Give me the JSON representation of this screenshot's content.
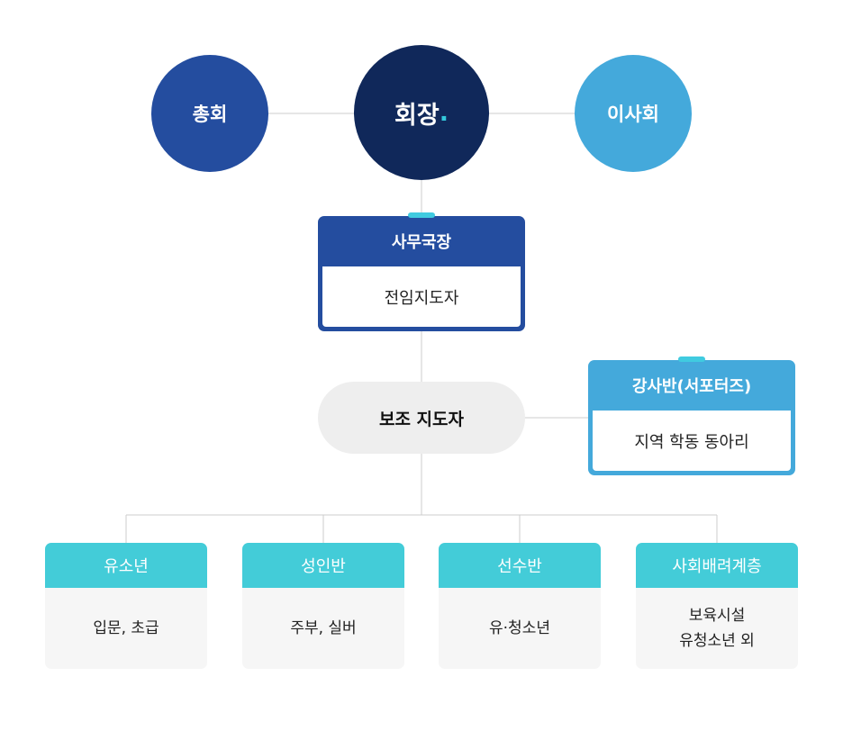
{
  "top": {
    "general_assembly": "총회",
    "president": "회장",
    "president_dot": ".",
    "board": "이사회"
  },
  "secretary_general": {
    "title": "사무국장",
    "staff": "전임지도자"
  },
  "assistant": {
    "label": "보조 지도자"
  },
  "lecturer_group": {
    "title": "강사반(서포터즈)",
    "detail": "지역 학동 동아리"
  },
  "groups": [
    {
      "title": "유소년",
      "detail_1": "입문, 초급",
      "detail_2": ""
    },
    {
      "title": "성인반",
      "detail_1": "주부, 실버",
      "detail_2": ""
    },
    {
      "title": "선수반",
      "detail_1": "유·청소년",
      "detail_2": ""
    },
    {
      "title": "사회배려계층",
      "detail_1": "보육시설",
      "detail_2": "유청소년 외"
    }
  ],
  "colors": {
    "navy": "#10285a",
    "blue": "#244d9f",
    "sky": "#44a9db",
    "teal": "#43ccd8",
    "line": "#cccccc"
  }
}
